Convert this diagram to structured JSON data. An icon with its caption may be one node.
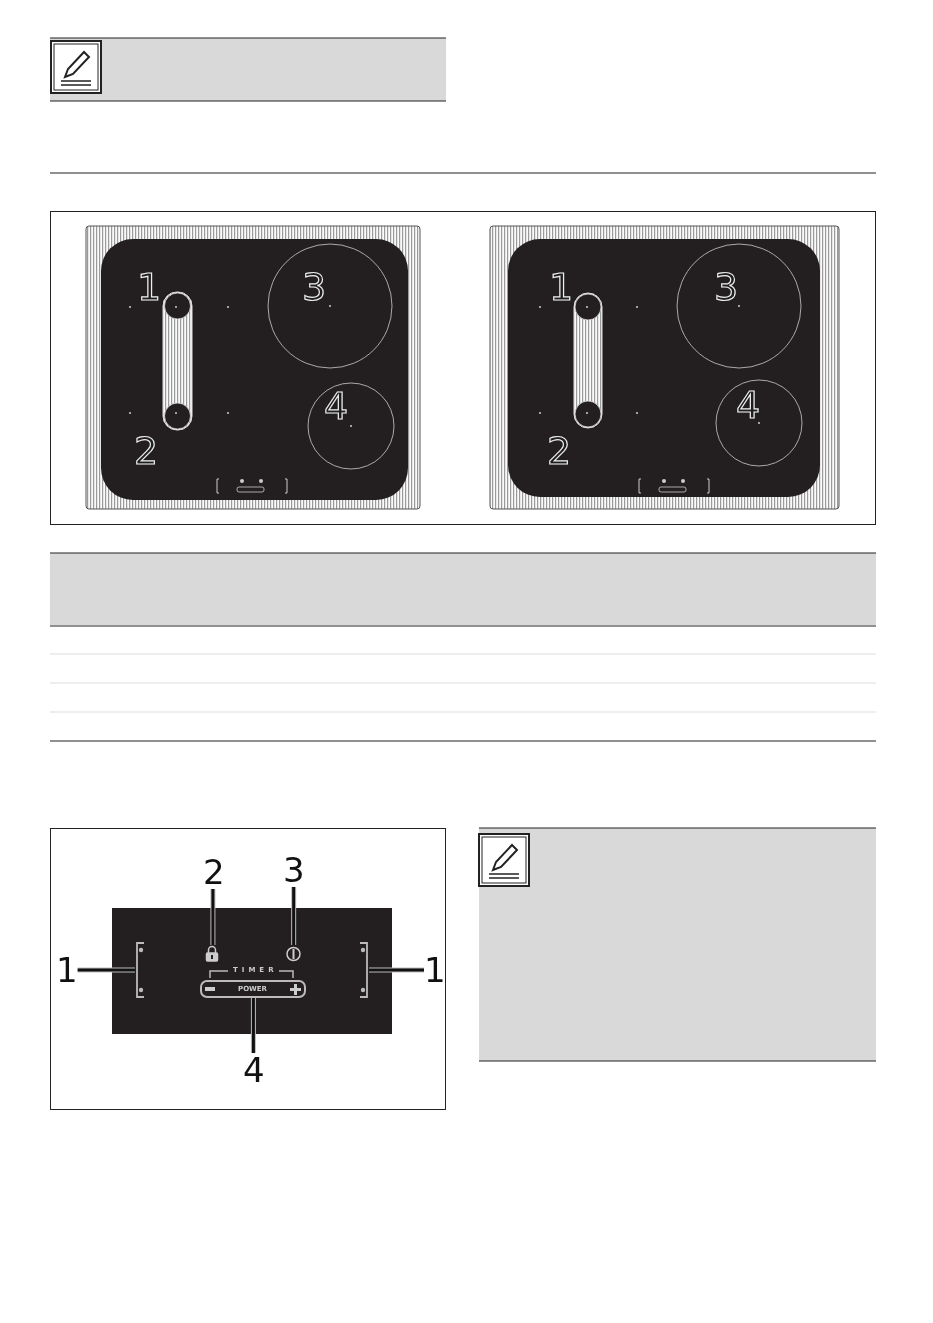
{
  "diagram": {
    "nodes": [
      {
        "text": [
          "2"
        ]
      },
      {
        "text": [
          "3"
        ]
      },
      {
        "text": [
          "1"
        ]
      },
      {
        "text": [
          "1"
        ]
      },
      {
        "text": [
          "4"
        ]
      },
      {
        "text": [],
        "shape": "picture"
      },
      {
        "text": [],
        "shape": "picture"
      },
      {
        "text": [],
        "shape": "bar"
      },
      {
        "text": [],
        "shape": "bar"
      },
      {
        "text": [],
        "shape": "bar"
      }
    ],
    "edges": [
      {
        "from": 0,
        "to": 5,
        "arrow": "none"
      },
      {
        "from": 1,
        "to": 6,
        "arrow": "none"
      },
      {
        "from": 2,
        "to": 7,
        "arrow": "none"
      },
      {
        "from": 3,
        "to": 8,
        "arrow": "none"
      },
      {
        "from": 4,
        "to": 9,
        "arrow": "none"
      }
    ],
    "labels": [
      "1",
      "3",
      "4",
      "2",
      "1",
      "3",
      "4",
      "2",
      "TIMER",
      "POWER"
    ]
  }
}
